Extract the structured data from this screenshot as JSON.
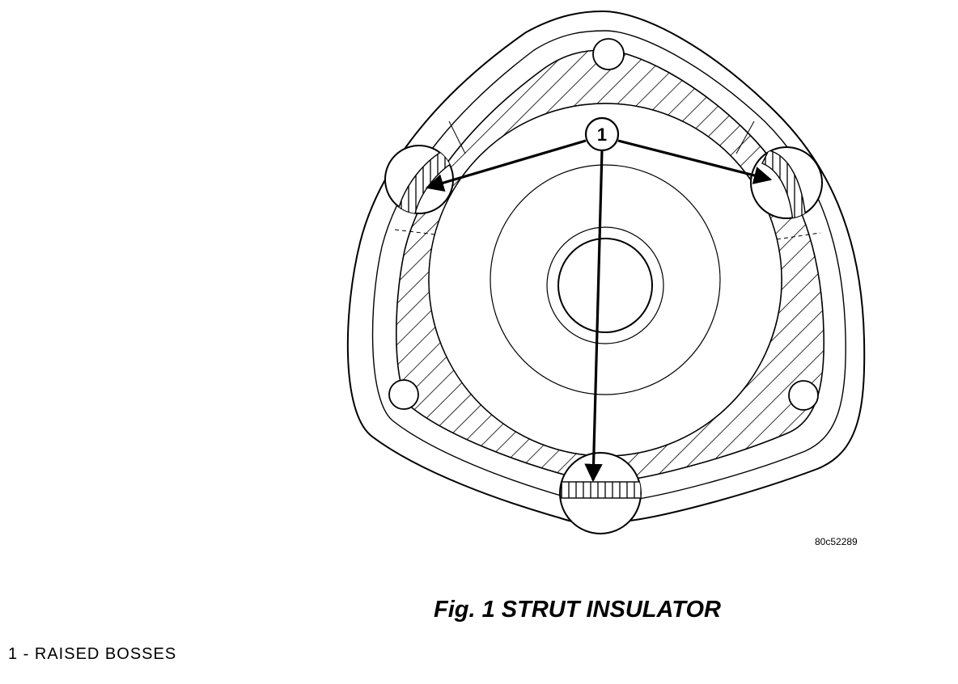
{
  "figure": {
    "caption": "Fig.  1 STRUT INSULATOR",
    "part_code": "80c52289"
  },
  "callout": {
    "number": "1"
  },
  "legend": {
    "items": [
      {
        "text": "1 - RAISED BOSSES"
      }
    ]
  },
  "colors": {
    "line": "#000000",
    "background": "#ffffff"
  }
}
